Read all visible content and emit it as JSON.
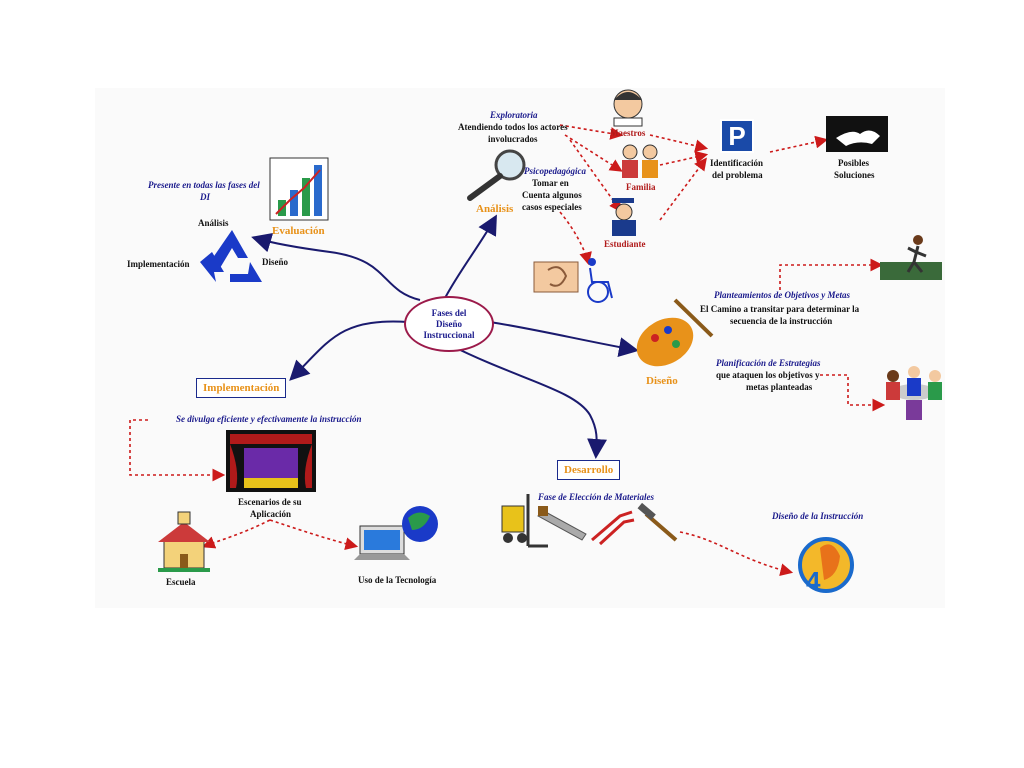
{
  "center": {
    "line1": "Fases del",
    "line2": "Diseño",
    "line3": "Instruccional"
  },
  "evaluacion": {
    "title": "Evaluación",
    "note_line1": "Presente en todas las fases del",
    "note_line2": "DI",
    "cycle": {
      "top": "Análisis",
      "left": "Implementación",
      "right": "Diseño"
    }
  },
  "analisis": {
    "title": "Análisis",
    "exploratoria": "Exploratoria",
    "exploratoria_line1": "Atendiendo todos los actores",
    "exploratoria_line2": "involucrados",
    "psico": "Psicopedagógica",
    "psico_line1": "Tomar en",
    "psico_line2": "Cuenta algunos",
    "psico_line3": "casos especiales",
    "maestros": "Maestros",
    "familia": "Familia",
    "estudiante": "Estudiante",
    "ident_line1": "Identificación",
    "ident_line2": "del problema",
    "sol_line1": "Posibles",
    "sol_line2": "Soluciones"
  },
  "diseno": {
    "title": "Diseño",
    "plan_obj": "Planteamientos de Objetivos y Metas",
    "plan_obj_line1": "El Camino a transitar para determinar la",
    "plan_obj_line2": "secuencia de la instrucción",
    "plan_est": "Planificación de Estrategias",
    "plan_est_line1": "que ataquen los objetivos y",
    "plan_est_line2": "metas planteadas"
  },
  "implementacion": {
    "title": "Implementación",
    "note": "Se divulga eficiente y efectivamente la instrucción",
    "esc_line1": "Escenarios de su",
    "esc_line2": "Aplicación",
    "escuela": "Escuela",
    "tecnologia": "Uso de la Tecnología"
  },
  "desarrollo": {
    "title": "Desarrollo",
    "fase": "Fase de Elección de Materiales",
    "diseno_instr": "Diseño de la Instrucción"
  },
  "colors": {
    "arrow": "#1a1a6e",
    "dotted": "#cc1a1a",
    "box_border": "#1a2a8c",
    "accent": "#e8921a"
  }
}
